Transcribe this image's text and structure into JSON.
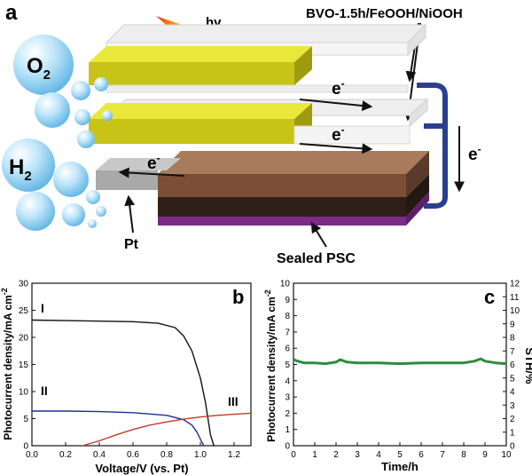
{
  "panel_a": {
    "label": "a",
    "light": "hv",
    "top_label": "BVO-1.5h/FeOOH/NiOOH",
    "o2": "O",
    "o2_sub": "2",
    "h2": "H",
    "h2_sub": "2",
    "electron_1": "e",
    "electron_2": "e",
    "electron_3": "e",
    "electron_4": "e",
    "sup": "-",
    "pt": "Pt",
    "psc": "Sealed PSC"
  },
  "panel_b": {
    "label": "b",
    "ylabel": "Photocurrent density/mA cm",
    "ylabel_sup": "-2",
    "xlabel": "Voltage/V (vs. Pt)",
    "curve_labels": [
      "I",
      "II",
      "III"
    ],
    "x_ticks": [
      "0.0",
      "0.2",
      "0.4",
      "0.6",
      "0.8",
      "1.0",
      "1.2"
    ],
    "y_ticks": [
      "0",
      "5",
      "10",
      "15",
      "20",
      "25",
      "30"
    ]
  },
  "panel_c": {
    "label": "c",
    "ylabel": "Photocurrent density/mA cm",
    "ylabel_sup": "-2",
    "ylabel_right": "STH/%",
    "xlabel": "Time/h",
    "x_ticks": [
      "0",
      "1",
      "2",
      "3",
      "4",
      "5",
      "6",
      "7",
      "8",
      "9",
      "10"
    ],
    "y_ticks": [
      "0",
      "1",
      "2",
      "3",
      "4",
      "5",
      "6",
      "7",
      "8",
      "9",
      "10"
    ],
    "y_ticks_right": [
      "0",
      "1",
      "2",
      "3",
      "4",
      "5",
      "6",
      "7",
      "8",
      "9",
      "10",
      "11",
      "12"
    ]
  },
  "chart_data": [
    {
      "type": "line",
      "xlim": [
        0,
        1.3
      ],
      "ylim": [
        0,
        30
      ],
      "series": [
        {
          "name": "I",
          "color": "#111111",
          "x": [
            0,
            0.2,
            0.4,
            0.6,
            0.75,
            0.85,
            0.9,
            0.95,
            1.0,
            1.03,
            1.06,
            1.08
          ],
          "y": [
            23.2,
            23.1,
            23.0,
            22.9,
            22.6,
            21.8,
            20.3,
            17.5,
            12.5,
            8.0,
            2.0,
            0
          ]
        },
        {
          "name": "II",
          "color": "#1f2f8f",
          "x": [
            0,
            0.2,
            0.4,
            0.6,
            0.8,
            0.9,
            0.95,
            0.98,
            1.0,
            1.02
          ],
          "y": [
            6.4,
            6.4,
            6.3,
            6.1,
            5.6,
            4.8,
            3.8,
            2.5,
            1.2,
            0
          ]
        },
        {
          "name": "III",
          "color": "#c0392b",
          "x": [
            0.3,
            0.4,
            0.5,
            0.6,
            0.7,
            0.8,
            0.9,
            1.0,
            1.1,
            1.2,
            1.3
          ],
          "y": [
            0,
            0.9,
            2.0,
            3.0,
            3.8,
            4.4,
            4.9,
            5.3,
            5.6,
            5.8,
            6.0
          ]
        }
      ]
    },
    {
      "type": "line",
      "xlim": [
        0,
        10
      ],
      "ylim": [
        0,
        10
      ],
      "y2lim": [
        0,
        12
      ],
      "series": [
        {
          "color": "#2e8b3e",
          "x": [
            0,
            0.2,
            0.5,
            1,
            1.5,
            2,
            2.2,
            2.5,
            3,
            4,
            5,
            6,
            7,
            8,
            8.5,
            8.8,
            9,
            9.5,
            10
          ],
          "y": [
            5.3,
            5.2,
            5.1,
            5.1,
            5.05,
            5.15,
            5.3,
            5.15,
            5.1,
            5.1,
            5.05,
            5.1,
            5.1,
            5.1,
            5.2,
            5.35,
            5.2,
            5.1,
            5.05
          ]
        }
      ]
    }
  ]
}
